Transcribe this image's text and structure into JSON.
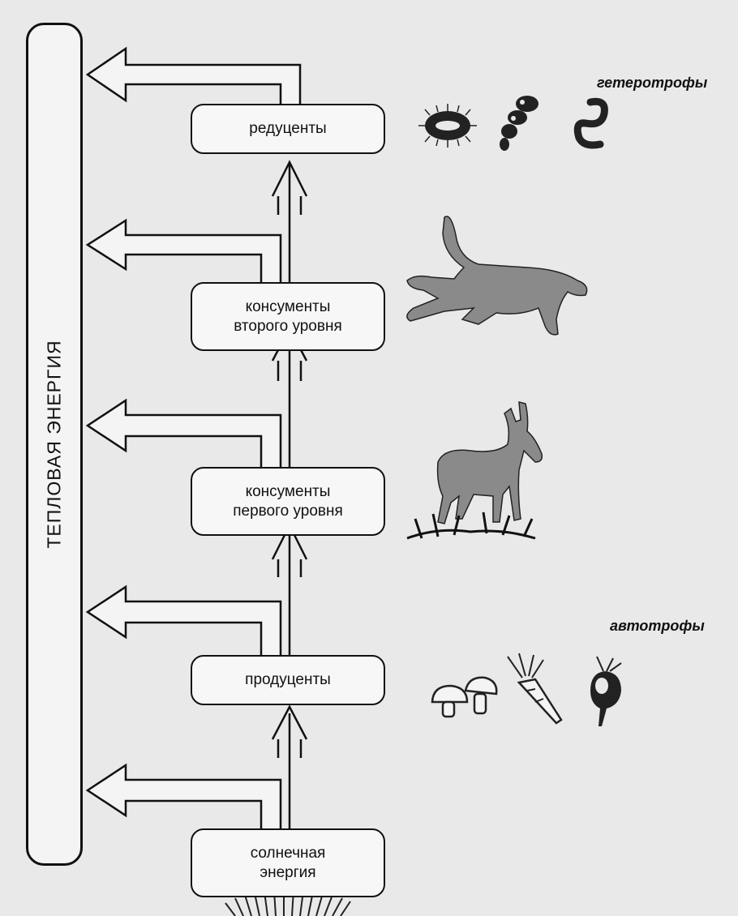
{
  "heat_energy": {
    "label": "ТЕПЛОВАЯ ЭНЕРГИЯ"
  },
  "levels": {
    "decomposers": "редуценты",
    "consumers2": "консументы\nвторого уровня",
    "consumers1": "консументы\nпервого уровня",
    "producers": "продуценты",
    "solar": "солнечная\nэнергия"
  },
  "groups": {
    "heterotrophs": "гетеротрофы",
    "autotrophs": "автотрофы"
  },
  "illustrations": [
    "bacterium-icon",
    "amoeba-icon",
    "worm-icon",
    "big-cat-icon",
    "antelope-icon",
    "mushrooms-icon",
    "carrot-icon",
    "beet-icon"
  ],
  "colors": {
    "line": "#111111",
    "animal": "#8a8a8a",
    "background": "#e9e9e9"
  }
}
